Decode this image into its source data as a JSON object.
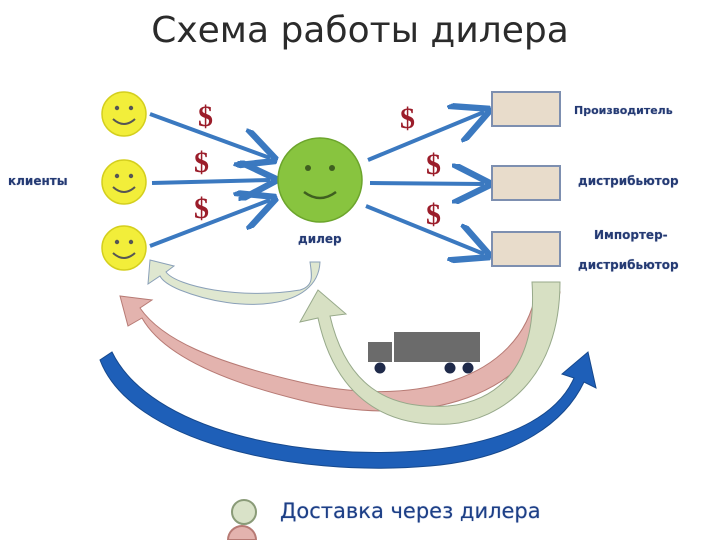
{
  "title": "Схема работы дилера",
  "labels": {
    "clients": "клиенты",
    "dealer": "дилер",
    "manufacturer": "Производитель",
    "distributor": "дистрибьютор",
    "importer_line1": "Импортер-",
    "importer_line2": "дистрибьютор"
  },
  "money_symbol": "$",
  "legend": [
    {
      "text": "Доставка через дилера",
      "color": "#d9e2c8"
    }
  ],
  "colors": {
    "client_face": "#f2ee3a",
    "dealer_face": "#88c43f",
    "supplier_box": "#e8dccb",
    "arrow_blue": "#3b79c0",
    "money": "#9b1d2a",
    "flow_green": "#d7e0c3",
    "flow_pink": "#e3b3ae",
    "flow_blue": "#1e5fb8",
    "truck": "#6b6b6b"
  },
  "icons": [
    "smiley-icon",
    "dollar-icon",
    "truck-icon",
    "arrow-icon"
  ]
}
